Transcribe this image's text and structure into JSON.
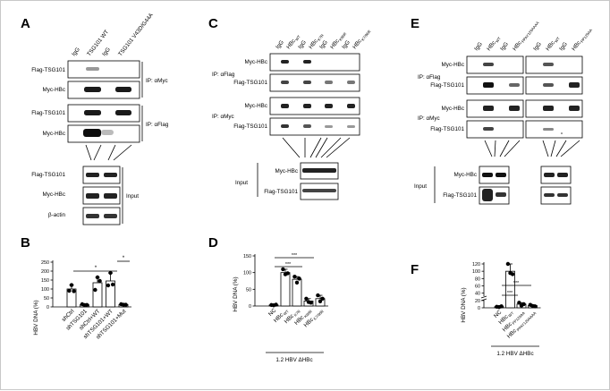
{
  "panels": {
    "A": {
      "letter": "A",
      "lanes": [
        "IgG",
        "TSG101 WT",
        "IgG",
        "TSG101 V43D/G44A"
      ],
      "blots": [
        "Flag-TSG101",
        "Myc-HBc",
        "Flag-TSG101",
        "Myc-HBc"
      ],
      "ip_myc": "IP: αMyc",
      "ip_flag": "IP: αFlag",
      "input_blots": [
        "Flag-TSG101",
        "Myc-HBc",
        "β-actin"
      ],
      "input_label": "Input"
    },
    "C": {
      "letter": "C",
      "lanes": [
        "IgG",
        "HBc",
        "IgG",
        "HBc",
        "IgG",
        "HBc",
        "IgG",
        "HBc"
      ],
      "lane_subs": [
        "",
        "WT",
        "",
        "K7R",
        "",
        "K96R",
        "",
        "K7/96R"
      ],
      "ip_flag": "IP: αFlag",
      "ip_myc": "IP: αMyc",
      "blots": [
        "Myc-HBc",
        "Flag-TSG101",
        "Myc-HBc",
        "Flag-TSG101"
      ],
      "input_label": "Input",
      "input_blots": [
        "Myc-HBc",
        "Flag-TSG101"
      ]
    },
    "E": {
      "letter": "E",
      "lanes": [
        "IgG",
        "HBc",
        "IgG",
        "HBc",
        "IgG",
        "HBc",
        "IgG",
        "HBc"
      ],
      "lane_subs": [
        "",
        "WT",
        "",
        "PPAY129AAAA",
        "",
        "WT",
        "",
        "PP129AA"
      ],
      "ip_flag": "IP: αFlag",
      "ip_myc": "IP: αMyc",
      "blots": [
        "Myc-HBc",
        "Flag-TSG101",
        "Myc-HBc",
        "Flag-TSG101"
      ],
      "input_label": "Input",
      "input_blots": [
        "Myc-HBc",
        "Flag-TSG101"
      ]
    },
    "B": {
      "letter": "B",
      "ylabel": "HBV DNA (%)",
      "sig": [
        "*",
        "*"
      ]
    },
    "D": {
      "letter": "D",
      "ylabel": "HBV DNA (%)",
      "sig": [
        "***",
        "***"
      ],
      "footer": "1.2 HBV ΔHBc"
    },
    "F": {
      "letter": "F",
      "ylabel": "HBV DNA (%)",
      "sig": [
        "***",
        "***"
      ],
      "footer": "1.2 HBV ΔHBc"
    }
  },
  "chart_data": [
    {
      "type": "bar",
      "panel": "B",
      "categories": [
        "shCtrl",
        "shTSG101",
        "shCtrl+WT",
        "shTSG101+WT",
        "shTSG101+Mut"
      ],
      "values": [
        100,
        12,
        135,
        145,
        13
      ],
      "points": [
        [
          90,
          122,
          88
        ],
        [
          15,
          10,
          11
        ],
        [
          95,
          165,
          145
        ],
        [
          120,
          190,
          125
        ],
        [
          15,
          12,
          12
        ]
      ],
      "ylabel": "HBV DNA (%)",
      "ylim": [
        0,
        250
      ],
      "yticks": [
        0,
        50,
        100,
        150,
        200,
        250
      ]
    },
    {
      "type": "bar",
      "panel": "D",
      "categories": [
        "NC",
        "HBc",
        "HBc",
        "HBc",
        "HBc"
      ],
      "category_subs": [
        "",
        "WT",
        "K7R",
        "K96R",
        "K7/96R"
      ],
      "values": [
        3,
        100,
        80,
        15,
        22
      ],
      "points": [
        [
          3,
          2,
          4
        ],
        [
          110,
          95,
          98
        ],
        [
          88,
          70,
          82
        ],
        [
          22,
          12,
          10
        ],
        [
          32,
          14,
          22
        ]
      ],
      "ylabel": "HBV DNA (%)",
      "ylim": [
        0,
        150
      ],
      "yticks": [
        0,
        50,
        100,
        150
      ]
    },
    {
      "type": "bar",
      "panel": "F",
      "categories": [
        "NC",
        "HBc",
        "HBc",
        "HBc"
      ],
      "category_subs": [
        "",
        "WT",
        "PP129AA",
        "PPAY129AAAA"
      ],
      "values": [
        3,
        100,
        10,
        6
      ],
      "points": [
        [
          3,
          2,
          4
        ],
        [
          120,
          95,
          92
        ],
        [
          14,
          6,
          10
        ],
        [
          8,
          5,
          4
        ]
      ],
      "ylabel": "HBV DNA (%)",
      "ylim": [
        0,
        120
      ],
      "yticks": [
        0,
        20,
        40,
        60,
        80,
        100,
        120
      ],
      "axis_break": true
    }
  ]
}
